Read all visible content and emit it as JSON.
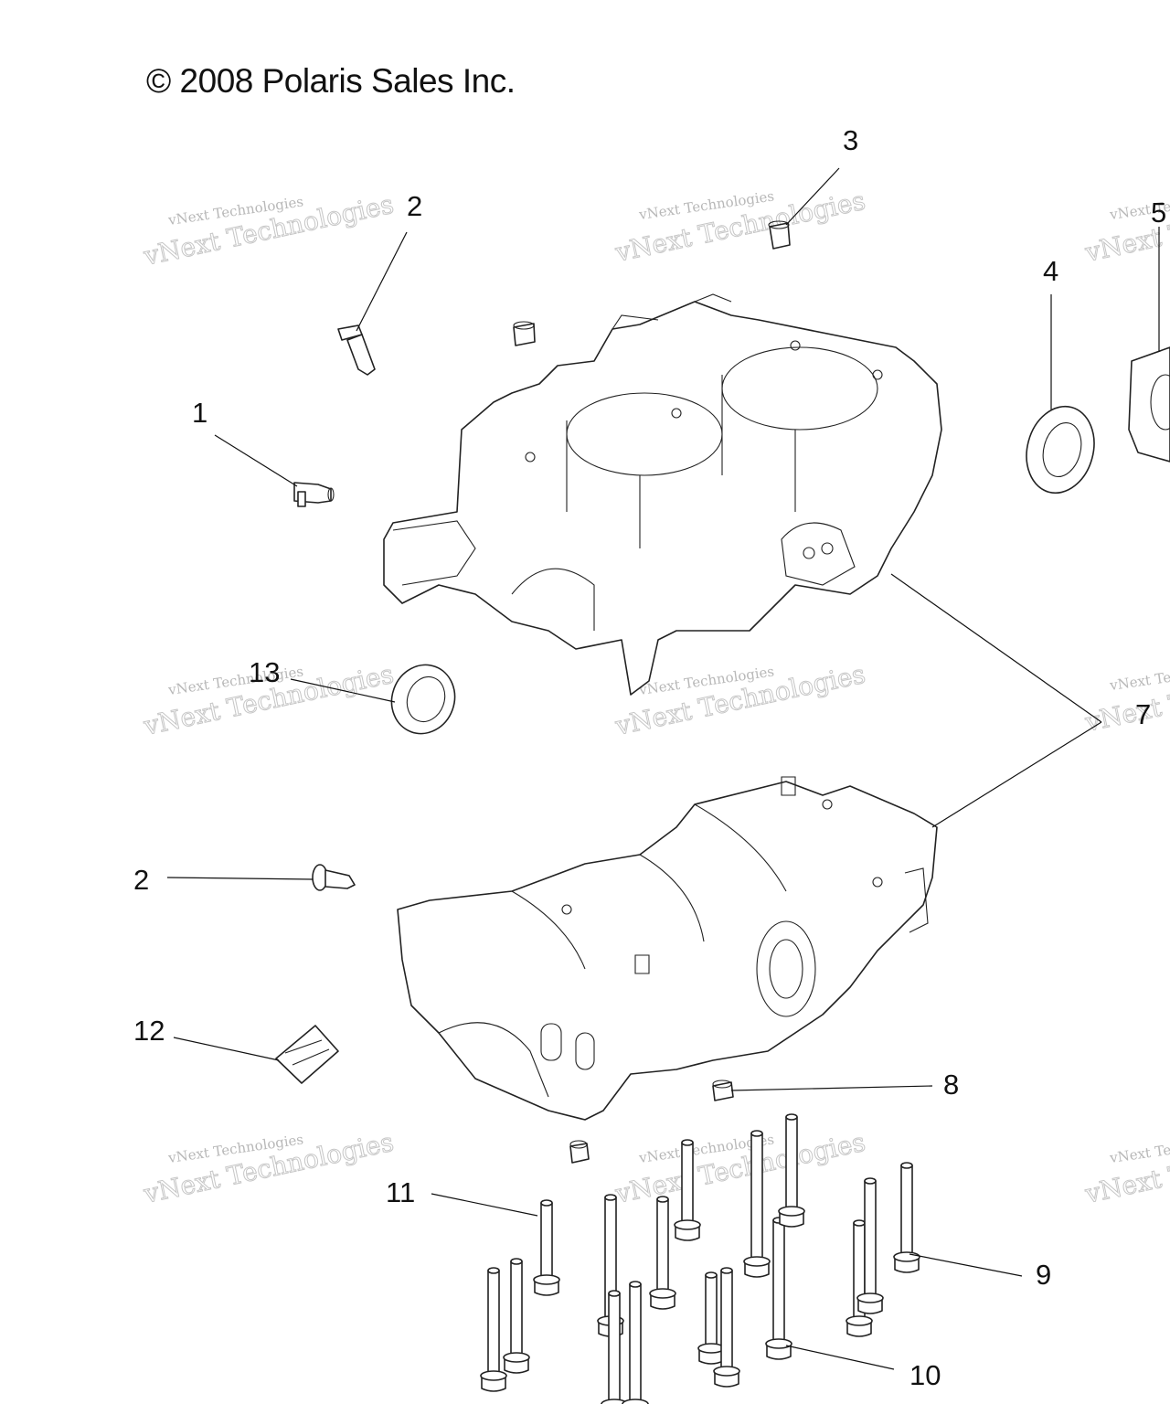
{
  "copyright": "© 2008 Polaris Sales Inc.",
  "watermark": {
    "line1": "vNext Technologies",
    "line2": "vNext Technologies"
  },
  "callouts": {
    "c1": "1",
    "c2a": "2",
    "c2b": "2",
    "c3": "3",
    "c4": "4",
    "c5": "5",
    "c7": "7",
    "c8": "8",
    "c9": "9",
    "c10": "10",
    "c11": "11",
    "c12": "12",
    "c13": "13"
  }
}
